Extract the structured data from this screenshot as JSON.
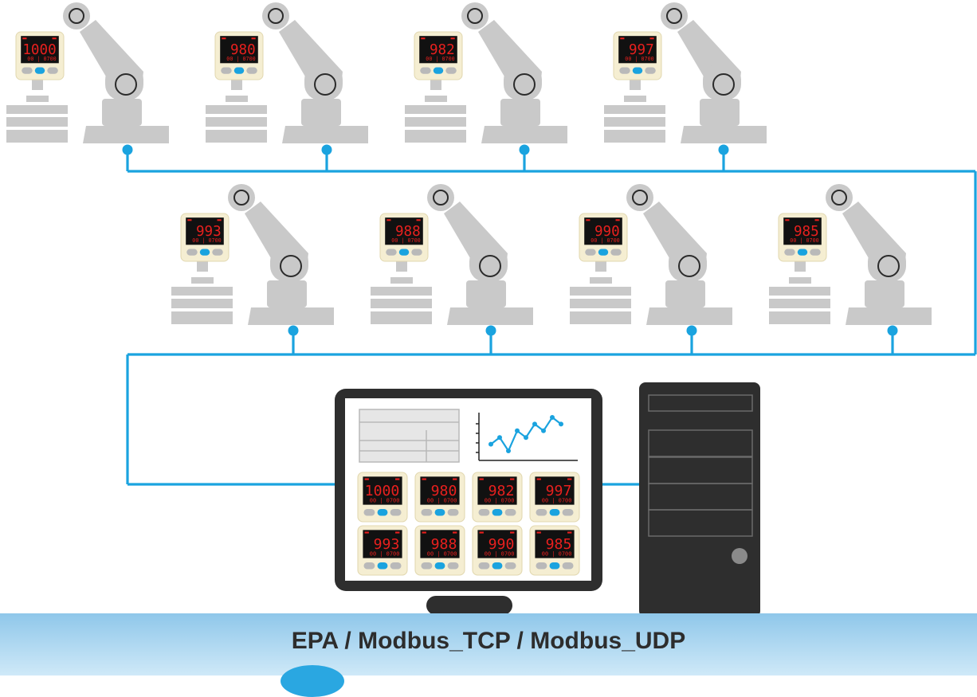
{
  "network_label": "EPA / Modbus_TCP / Modbus_UDP",
  "colors": {
    "line": "#1aa3df",
    "robot": "#c9c9c9",
    "gauge_bg": "#f5eed2",
    "lcd": "#e8201e",
    "monitor": "#2e2e2e",
    "banner": "#9fd2f0"
  },
  "gauge_subreading": "00 | 0700",
  "row1_readings": [
    "1000",
    "980",
    "982",
    "997"
  ],
  "row2_readings": [
    "993",
    "988",
    "990",
    "985"
  ],
  "monitor_chart": {
    "type": "line",
    "values": [
      2,
      3,
      1,
      4,
      3,
      5,
      4,
      6,
      5
    ]
  }
}
